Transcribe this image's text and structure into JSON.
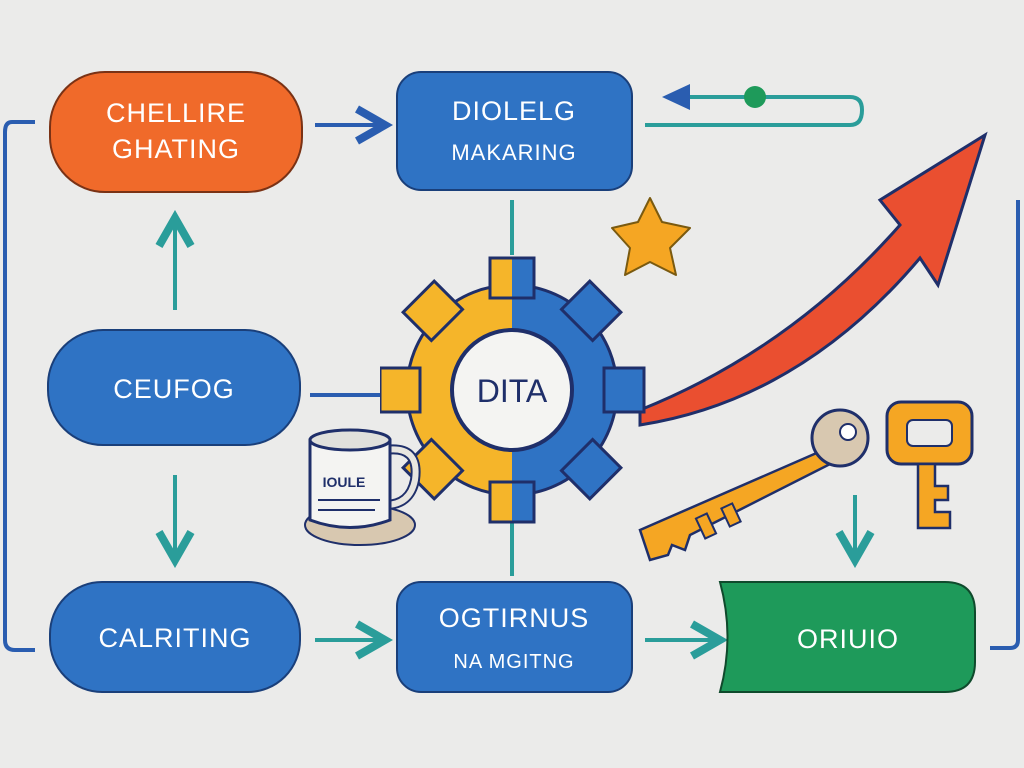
{
  "nodes": {
    "top_left": {
      "line1": "CHELLIRE",
      "line2": "GHATING",
      "color": "#f06a2a"
    },
    "top_center": {
      "line1": "DIOLELG",
      "line2": "MAKARING",
      "color": "#2f73c4"
    },
    "mid_left": {
      "label": "CEUFOG",
      "color": "#2f73c4"
    },
    "hub": {
      "label": "DITA",
      "left_color": "#f5b52a",
      "right_color": "#2f73c4"
    },
    "bottom_left": {
      "label": "CALRITING",
      "color": "#2f73c4"
    },
    "bottom_center": {
      "line1": "OGTIRNUS",
      "line2": "NA MGITNG",
      "color": "#2f73c4"
    },
    "bottom_right": {
      "label": "ORIUIO",
      "color": "#1e9a5a"
    }
  },
  "mug": {
    "label": "IOULE"
  },
  "colors": {
    "arrow_blue": "#2a5db0",
    "arrow_teal": "#2a9d9a",
    "growth_red": "#ea4f30",
    "gold": "#f5a623"
  }
}
